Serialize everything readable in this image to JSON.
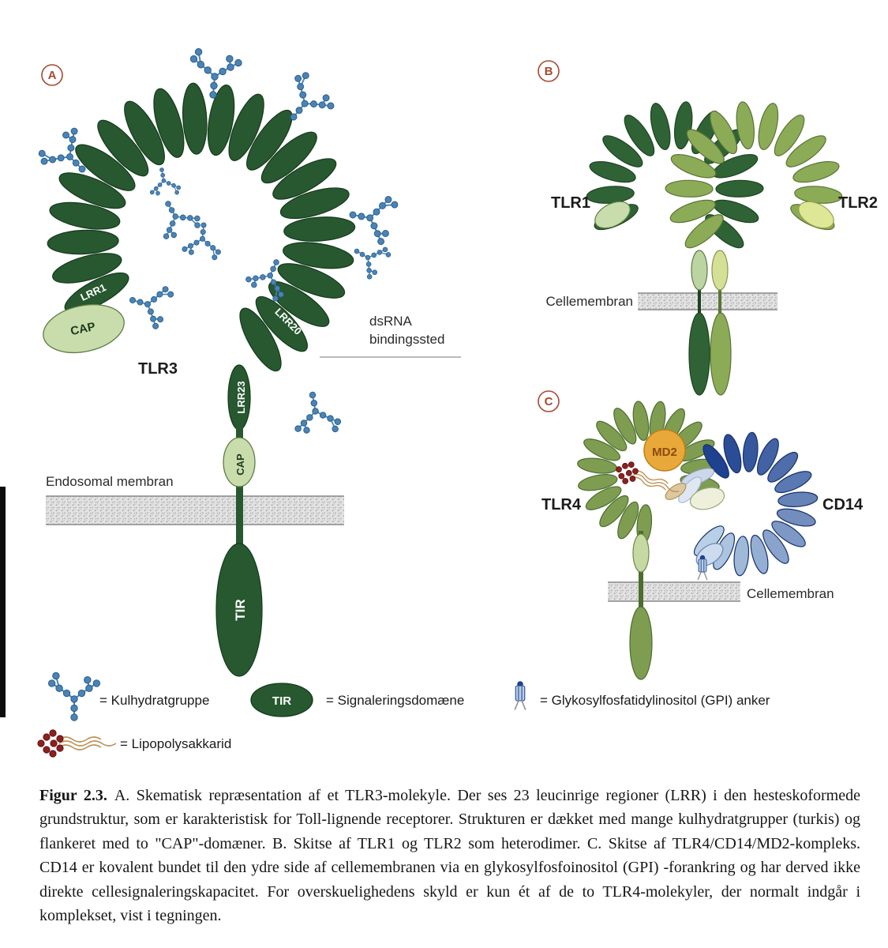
{
  "panels": {
    "a": {
      "label": "A",
      "lrr1": "LRR1",
      "cap_top": "CAP",
      "tlr3": "TLR3",
      "lrr20": "LRR20",
      "lrr23": "LRR23",
      "cap_bottom": "CAP",
      "dsrna_line1": "dsRNA",
      "dsrna_line2": "bindingssted",
      "membrane": "Endosomal membran",
      "tir": "TIR"
    },
    "b": {
      "label": "B",
      "tlr1": "TLR1",
      "tlr2": "TLR2",
      "membrane": "Cellemembran"
    },
    "c": {
      "label": "C",
      "tlr4": "TLR4",
      "md2": "MD2",
      "cd14": "CD14",
      "membrane": "Cellemembran"
    }
  },
  "legend": {
    "carb": "= Kulhydratgruppe",
    "tir_icon": "TIR",
    "tir": "= Signaleringsdomæne",
    "gpi": "= Glykosylfosfatidylinositol (GPI) anker",
    "lps": "= Lipopolysakkarid"
  },
  "caption": {
    "figure_label": "Figur 2.3.",
    "text": "A. Skematisk repræsentation af et TLR3-molekyle. Der ses 23 leucinrige regioner (LRR) i den hesteskoformede grundstruktur, som er karakteristisk for Toll-lignende receptorer. Strukturen er dækket med mange kulhydratgrupper (turkis) og flankeret med to \"CAP\"-domæner. B. Skitse af TLR1 og TLR2 som heterodimer. C. Skitse af TLR4/CD14/MD2-kompleks. CD14 er kovalent bundet til den ydre side af cellemembranen via en glykosylfosfoinositol (GPI) -forankring og har derved ikke direkte cellesignaleringskapacitet. For overskuelighedens skyld er kun ét af de to TLR4-molekyler, der normalt indgår i komplekset, vist i tegningen."
  },
  "colors": {
    "tlr3_green": "#27582f",
    "tlr3_green_stroke": "#153a1d",
    "cap_green": "#c9dcab",
    "cap_green_stroke": "#5d7d47",
    "carb_blue": "#4a84b6",
    "carb_blue_stroke": "#2a5c8c",
    "tlr1_green": "#2f6336",
    "tlr2_green": "#8cab57",
    "tlr2_cap": "#dde795",
    "tlr4_green": "#7e9d51",
    "tlr4_green_stroke": "#4c6c30",
    "tlr4_cap": "#c6d9a2",
    "md2_orange": "#e8a93a",
    "md2_orange_stroke": "#bf7e16",
    "cd14_dark": "#1f418f",
    "cd14_light": "#b9cfe7",
    "cd14_stroke": "#16316b",
    "cd14_cap": "#ccdbed",
    "lps_red": "#8e2020",
    "lps_red_stroke": "#5d1111",
    "lps_tail": "#bd9257",
    "membrane_stroke": "#8a8a8a",
    "panel_badge": "#a34a31"
  }
}
